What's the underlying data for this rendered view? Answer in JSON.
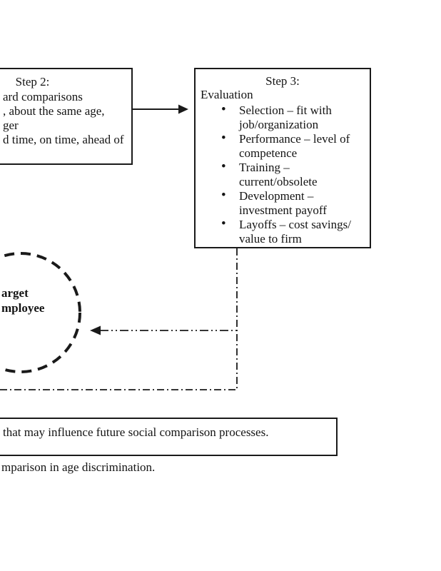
{
  "colors": {
    "ink": "#141414",
    "paper": "#ffffff"
  },
  "step2_box": {
    "title": "Step 2:",
    "line_fragments": [
      "ard comparisons",
      ", about the same age,",
      "ger",
      "d time, on time, ahead of"
    ]
  },
  "step3_box": {
    "title": "Step 3:",
    "heading": "Evaluation",
    "bullet_glyph": "•",
    "bullets": [
      {
        "line1": "Selection – fit with",
        "line2": "job/organization"
      },
      {
        "line1": "Performance – level of",
        "line2": "competence"
      },
      {
        "line1": "Training –",
        "line2": "current/obsolete"
      },
      {
        "line1": "Development –",
        "line2": "investment payoff"
      },
      {
        "line1": "Layoffs – cost savings/",
        "line2": "value to firm"
      }
    ]
  },
  "target_circle": {
    "line1": "arget",
    "line2": "mployee"
  },
  "feedback_box": {
    "text": "that may influence future social comparison processes."
  },
  "caption": {
    "text": "mparison in age discrimination."
  }
}
